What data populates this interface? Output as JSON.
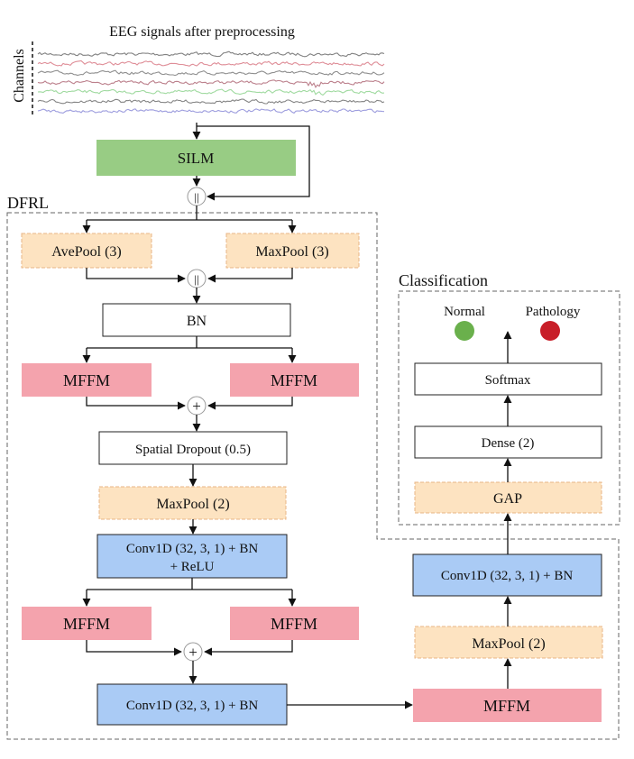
{
  "header": {
    "title": "EEG signals after preprocessing",
    "channels_label": "Channels"
  },
  "signal": {
    "traces": [
      {
        "color": "#6b6b6b"
      },
      {
        "color": "#d97a86"
      },
      {
        "color": "#7a7a7a"
      },
      {
        "color": "#b06a78"
      },
      {
        "color": "#8fd38f"
      },
      {
        "color": "#707070"
      },
      {
        "color": "#8c8cd8"
      }
    ]
  },
  "blocks": {
    "silm": "SILM",
    "avepool": "AvePool (3)",
    "maxpool3": "MaxPool (3)",
    "bn": "BN",
    "mffm_1": "MFFM",
    "mffm_2": "MFFM",
    "spatial_dropout": "Spatial Dropout (0.5)",
    "maxpool2_left": "MaxPool (2)",
    "conv_relu_line1": "Conv1D (32, 3, 1) + BN",
    "conv_relu_line2": "+ ReLU",
    "mffm_3": "MFFM",
    "mffm_4": "MFFM",
    "conv_bn_left": "Conv1D (32, 3, 1) + BN",
    "mffm_5": "MFFM",
    "maxpool2_right": "MaxPool (2)",
    "conv_bn_right": "Conv1D (32, 3, 1) + BN",
    "gap": "GAP",
    "dense": "Dense (2)",
    "softmax": "Softmax"
  },
  "operators": {
    "concat": "||",
    "add": "+"
  },
  "groups": {
    "dfrl": "DFRL",
    "classification": "Classification"
  },
  "outputs": {
    "normal": {
      "label": "Normal",
      "color": "#6ab04c"
    },
    "pathology": {
      "label": "Pathology",
      "color": "#c81e28"
    }
  },
  "colors": {
    "green": "#98cc84",
    "pink": "#f4a3ad",
    "peach": "#fde3c1",
    "blue": "#aacbf5",
    "white": "#ffffff",
    "dashed_border": "#666666",
    "stroke": "#222222"
  }
}
